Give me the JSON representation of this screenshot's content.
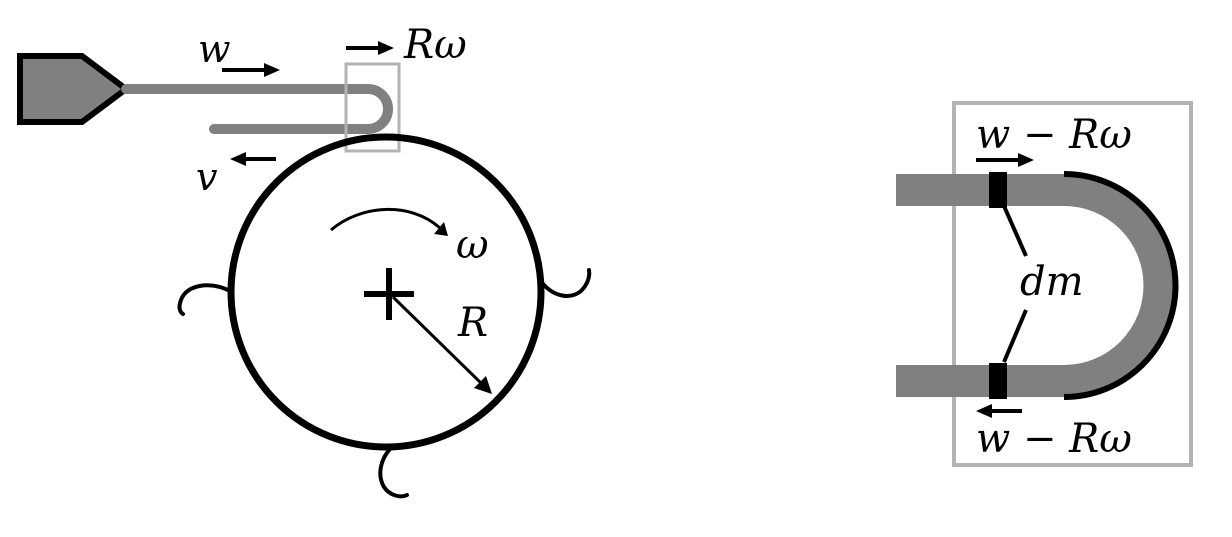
{
  "colors": {
    "ink": "#000000",
    "gray_fill": "#808080",
    "box_gray": "#b3b3b3",
    "background": "#ffffff"
  },
  "left_figure": {
    "label_w": "w",
    "label_R_omega": "Rω",
    "label_v": "v",
    "label_omega": "ω",
    "label_R": "R"
  },
  "right_figure": {
    "label_top_R_omega": "w − Rω",
    "label_dm": "dm",
    "label_bottom_R_omega": "w − Rω"
  }
}
